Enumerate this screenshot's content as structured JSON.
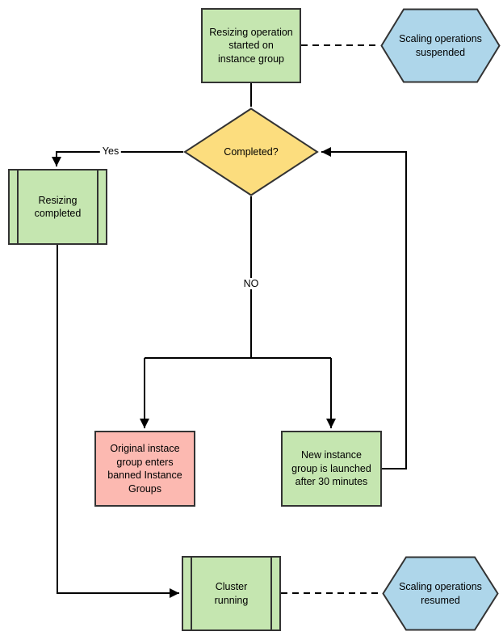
{
  "diagram": {
    "type": "flowchart",
    "description": "EMR instance-group resizing flow"
  },
  "colors": {
    "canvas-bg": "#ffffff",
    "process-green": "#c5e6b0",
    "decision-yellow": "#fcdd7e",
    "terminal-blue": "#aed6ea",
    "alert-pink": "#fcb9b1",
    "shape-border": "#333333",
    "connector": "#000000",
    "text": "#000000"
  },
  "nodes": {
    "resize_started": {
      "shape": "process",
      "label": "Resizing operation\nstarted on\ninstance group"
    },
    "scaling_suspended": {
      "shape": "hexagon",
      "label": "Scaling operations\nsuspended"
    },
    "completed": {
      "shape": "decision",
      "label": "Completed?"
    },
    "resizing_completed": {
      "shape": "predefined-process",
      "label": "Resizing\ncompleted"
    },
    "banned_group": {
      "shape": "process",
      "label": "Original instace\ngroup enters\nbanned Instance\nGroups"
    },
    "new_group": {
      "shape": "process",
      "label": "New instance\ngroup is launched\nafter 30 minutes"
    },
    "cluster_running": {
      "shape": "predefined-process",
      "label": "Cluster\nrunning"
    },
    "scaling_resumed": {
      "shape": "hexagon",
      "label": "Scaling operations\nresumed"
    }
  },
  "edge_labels": {
    "yes": "Yes",
    "no": "NO"
  }
}
